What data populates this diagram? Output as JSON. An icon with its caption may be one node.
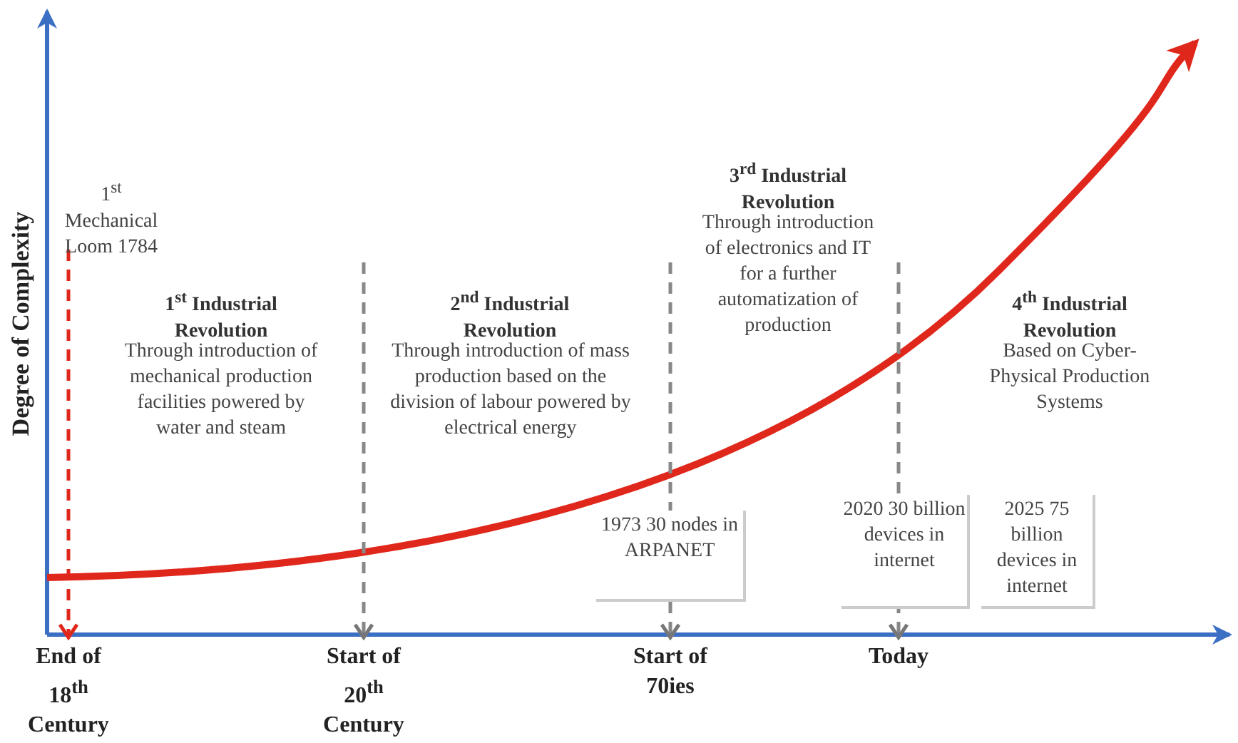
{
  "diagram": {
    "nodes": [
      {
        "text": [
          "1$^{st}$ Mechanical Loom 1784"
        ]
      },
      {
        "text": [
          "1973 30 nodes in ARPANET"
        ]
      },
      {
        "text": [
          "2020 30 billion devices in internet"
        ]
      },
      {
        "text": [
          "2025 75 billion devices in internet"
        ]
      },
      {
        "text": [
          "End of 18$^{th}$ Century"
        ]
      },
      {
        "text": [
          "Start of 20$^{th}$ Century"
        ]
      },
      {
        "text": [
          "Start of 70ies"
        ]
      },
      {
        "text": [
          "Today"
        ]
      }
    ],
    "edges": [
      {
        "from": 0,
        "to": 4,
        "arrow": "to",
        "style": "dashed",
        "color": "#e0271c"
      },
      {
        "from": null,
        "to": 5,
        "arrow": "to",
        "style": "dashed"
      },
      {
        "from": null,
        "to": 6,
        "arrow": "to",
        "style": "dashed"
      },
      {
        "from": null,
        "to": 7,
        "arrow": "to",
        "style": "dashed"
      }
    ],
    "labels": [
      "3$^{rd}$ Industrial Revolution",
      "Through introduction of electronics and IT for a further automatization of production",
      "1$^{st}$ Industrial Revolution",
      "Through introduction of mechanical production facilities powered by water and steam",
      "2$^{nd}$ Industrial Revolution",
      "Through introduction of mass production based on the division of labour powered by electrical energy",
      "4$^{th}$ Industrial Revolution",
      "Based on Cyber-Physical Production Systems",
      "Degree of Complexity"
    ]
  }
}
